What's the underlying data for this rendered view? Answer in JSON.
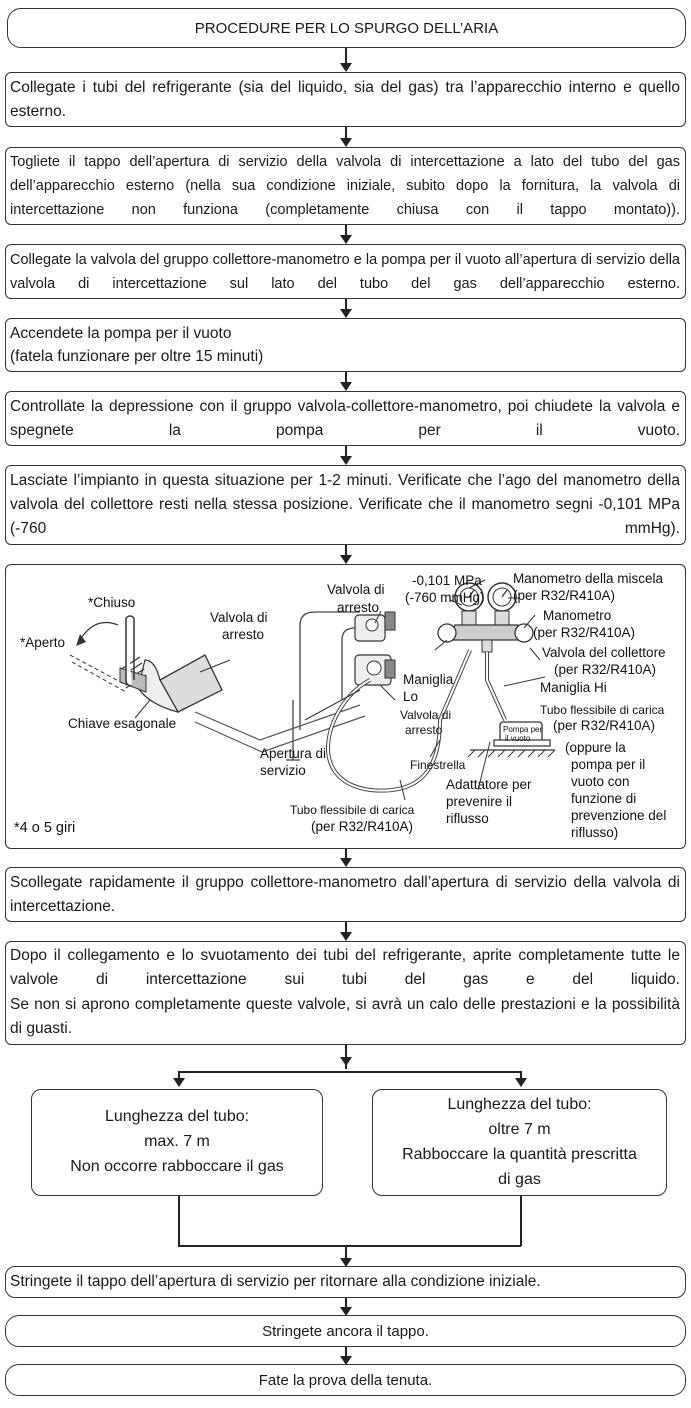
{
  "title": "PROCEDURE PER LO SPURGO DELL’ARIA",
  "steps": [
    "Collegate i tubi del refrigerante (sia del liquido, sia del gas) tra l’apparecchio interno e quello esterno.",
    "Togliete il tappo dell’apertura di servizio della valvola di intercettazione a lato del tubo del gas dell’apparecchio esterno (nella sua condizione iniziale, subito dopo la fornitura, la valvola di intercettazione non funziona (completamente chiusa con il tappo montato)).",
    "Collegate la valvola del gruppo collettore-manometro e la pompa per il vuoto all’apertura di servizio della valvola di intercettazione sul lato del tubo del gas dell’apparecchio esterno.",
    "Accendete la pompa per il vuoto",
    "(fatela funzionare per oltre 15 minuti)",
    "Controllate la depressione con il gruppo valvola-collettore-manometro, poi chiudete la valvola e spegnete la pompa per il vuoto.",
    "Lasciate l’impianto in questa situazione per 1-2 minuti. Verificate che l’ago del manometro della valvola del collettore resti nella stessa posizione. Verificate che il manometro segni -0,101 MPa (-760 mmHg)."
  ],
  "diagram": {
    "chiuso": "*Chiuso",
    "aperto": "*Aperto",
    "valvola_arresto_1": "Valvola di",
    "valvola_arresto_2": "arresto",
    "chiave": "Chiave esagonale",
    "valvola_di_arresto_top_1": "Valvola di",
    "valvola_di_arresto_top_2": "arresto",
    "pressure_1": "-0,101 MPa",
    "pressure_2": "(-760 mmHg)",
    "mano_miscela_1": "Manometro della miscela",
    "mano_miscela_2": "(per R32/R410A)",
    "manometro_1": "Manometro",
    "manometro_2": "(per R32/R410A)",
    "valvola_collettore_1": "Valvola del collettore",
    "valvola_collettore_2": "(per R32/R410A)",
    "maniglia_lo_1": "Maniglia",
    "maniglia_lo_2": "Lo",
    "maniglia_hi": "Maniglia Hi",
    "valvola_small_1": "Valvola di",
    "valvola_small_2": "arresto",
    "tubo_carica_r_1": "Tubo flessibile di carica",
    "tubo_carica_r_2": "(per R32/R410A)",
    "apertura_1": "Apertura di",
    "apertura_2": "servizio",
    "pompa_1": "Pompa per",
    "pompa_2": "il vuoto",
    "oppure_1": "(oppure la",
    "oppure_2": "pompa per il",
    "oppure_3": "vuoto con",
    "oppure_4": "funzione di",
    "oppure_5": "prevenzione del",
    "oppure_6": "riflusso)",
    "finestrella": "Finestrella",
    "adattatore_1": "Adattatore per",
    "adattatore_2": "prevenire il",
    "adattatore_3": "riflusso",
    "tubo_carica_b_1": "Tubo flessibile di carica",
    "tubo_carica_b_2": "(per R32/R410A)",
    "giri": "*4 o 5 giri"
  },
  "after_steps": [
    "Scollegate rapidamente il gruppo collettore-manometro dall’apertura di servizio della valvola di intercettazione.",
    "Dopo il collegamento e lo svuotamento dei tubi del refrigerante, aprite completamente tutte le valvole di intercettazione sui tubi del gas e del liquido.",
    "Se non si aprono completamente queste valvole, si avrà un calo delle prestazioni e la possibilità di guasti."
  ],
  "branch_left": [
    "Lunghezza del tubo:",
    "max. 7 m",
    "Non occorre rabboccare il gas"
  ],
  "branch_right": [
    "Lunghezza del tubo:",
    "oltre 7 m",
    "Rabboccare la quantità prescritta",
    "di gas"
  ],
  "final_steps": [
    "Stringete il tappo dell’apertura di servizio per ritornare alla condizione iniziale.",
    "Stringete ancora il tappo.",
    "Fate la prova della tenuta."
  ]
}
